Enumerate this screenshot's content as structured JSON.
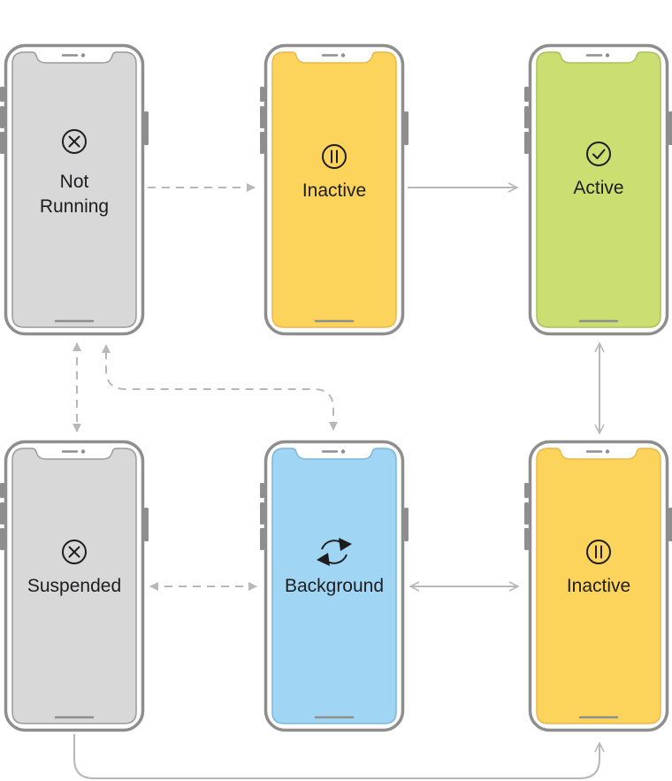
{
  "states": {
    "not_running": {
      "label_line1": "Not",
      "label_line2": "Running",
      "icon": "x-circle-icon",
      "color": "#d8d8d8",
      "border": "#9a9a9a"
    },
    "inactive_top": {
      "label": "Inactive",
      "icon": "pause-circle-icon",
      "color": "#fcd45c",
      "border": "#e8b84a"
    },
    "active": {
      "label": "Active",
      "icon": "checkmark-circle-icon",
      "color": "#cade72",
      "border": "#a9c05c"
    },
    "suspended": {
      "label": "Suspended",
      "icon": "x-circle-icon",
      "color": "#d8d8d8",
      "border": "#9a9a9a"
    },
    "background": {
      "label": "Background",
      "icon": "refresh-icon",
      "color": "#a0d6f4",
      "border": "#7ab6dc"
    },
    "inactive_bottom": {
      "label": "Inactive",
      "icon": "pause-circle-icon",
      "color": "#fcd45c",
      "border": "#e8b84a"
    }
  },
  "colors": {
    "frame": "#8e8e8e",
    "connector": "#b8b8b8",
    "text": "#1d1d1f"
  }
}
